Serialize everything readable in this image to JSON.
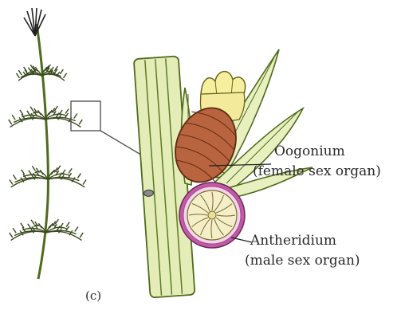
{
  "figure": {
    "panel_label": "(c)",
    "labels": [
      {
        "id": "oogonium",
        "title": "Oogonium",
        "subtitle": "(female sex organ)"
      },
      {
        "id": "antheridium",
        "title": "Antheridium",
        "subtitle": "(male sex organ)"
      }
    ],
    "colors": {
      "stem_fill": "#e4edb8",
      "stem_stroke": "#4f6b1c",
      "leaf_fill": "#e8f0bf",
      "oogonium_fill": "#b8643f",
      "antheridium_ring": "#c25aa6",
      "antheridium_ring_light": "#f3d4eb",
      "antheridium_core": "#f4efc8",
      "crown_fill": "#f6ef9d",
      "ink": "#2a2a2a"
    }
  }
}
